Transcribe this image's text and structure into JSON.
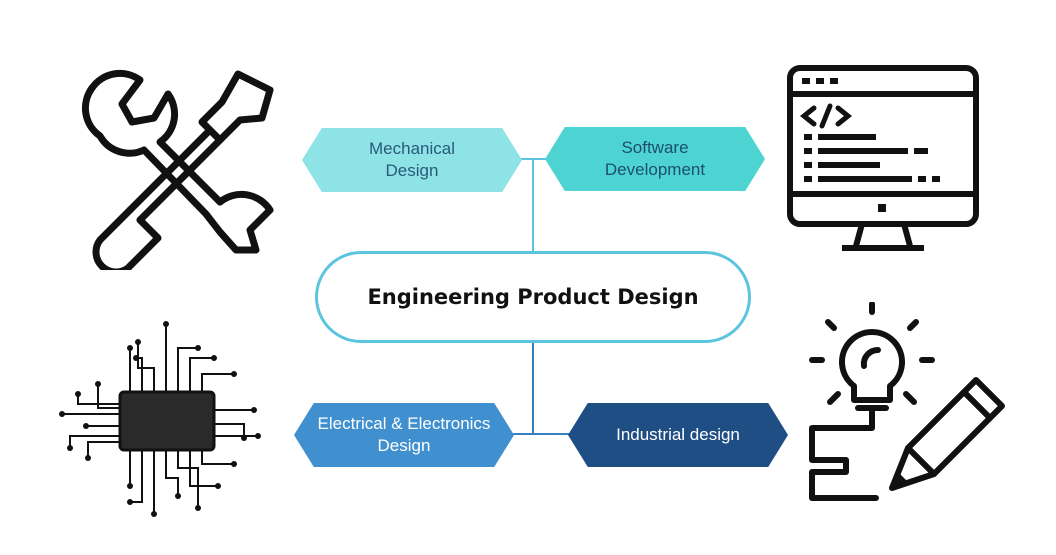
{
  "center": {
    "title": "Engineering Product Design"
  },
  "nodes": {
    "mechanical": {
      "label": "Mechanical\nDesign",
      "color": "#8ee3e6",
      "text_color": "#2a5a7a"
    },
    "software": {
      "label": "Software\nDevelopment",
      "color": "#4dd4d2",
      "text_color": "#1d4f6b"
    },
    "electrical": {
      "label": "Electrical & Electronics\nDesign",
      "color": "#4090d0",
      "text_color": "#ffffff"
    },
    "industrial": {
      "label": "Industrial design",
      "color": "#1f4e85",
      "text_color": "#ffffff"
    }
  },
  "colors": {
    "connector_top": "#5bc4df",
    "connector_bottom": "#3a7fc0",
    "pill_border": "#5bc4df"
  },
  "icons": [
    "wrench-screwdriver-icon",
    "computer-code-icon",
    "microchip-icon",
    "lightbulb-pencil-icon"
  ]
}
